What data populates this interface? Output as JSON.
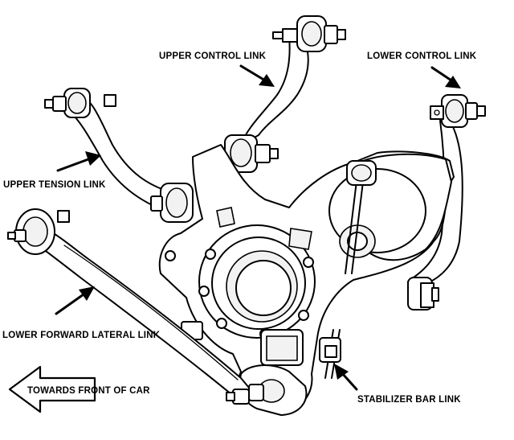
{
  "labels": {
    "upper_control_link": "UPPER CONTROL LINK",
    "lower_control_link": "LOWER CONTROL LINK",
    "upper_tension_link": "UPPER TENSION LINK",
    "lower_forward_lateral_link": "LOWER FORWARD LATERAL LINK",
    "towards_front": "TOWARDS FRONT OF CAR",
    "stabilizer_bar_link": "STABILIZER BAR LINK"
  },
  "icons": {
    "direction_arrow": "arrow-left-outline-icon",
    "pointer_arrow": "arrow-pointer-icon"
  },
  "colors": {
    "ink": "#000000",
    "background": "#ffffff"
  }
}
